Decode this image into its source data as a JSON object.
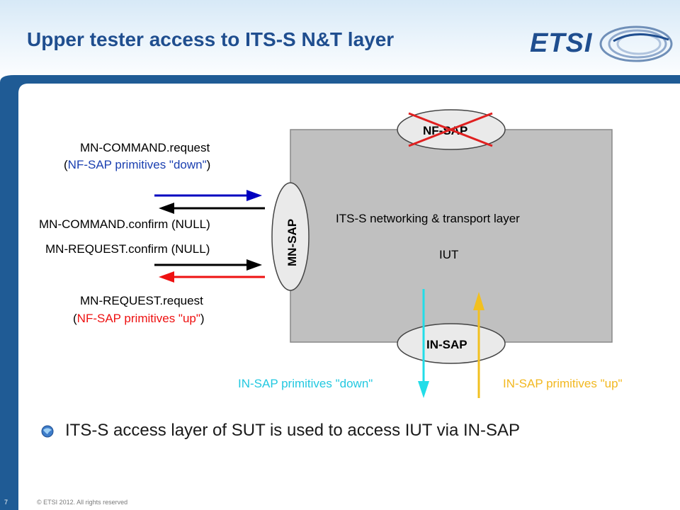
{
  "slide": {
    "title": "Upper tester access to ITS-S N&T layer",
    "logo_text": "ETSI",
    "page_number": "7",
    "copyright": "© ETSI 2012. All rights reserved",
    "bullet": "ITS-S access layer of SUT is used to access IUT via IN-SAP"
  },
  "diagram": {
    "box_label": "ITS-S networking & transport layer",
    "iut_label": "IUT",
    "nf_sap": "NF-SAP",
    "mn_sap": "MN-SAP",
    "in_sap": "IN-SAP",
    "mn_command_request": "MN-COMMAND.request",
    "mn_command_request_note_open": "(",
    "mn_command_request_note": "NF-SAP primitives \"down\"",
    "mn_command_request_note_close": ")",
    "mn_command_confirm": "MN-COMMAND.confirm (NULL)",
    "mn_request_confirm": "MN-REQUEST.confirm (NULL)",
    "mn_request_request": "MN-REQUEST.request",
    "mn_request_request_note_open": "(",
    "mn_request_request_note": "NF-SAP primitives \"up\"",
    "mn_request_request_note_close": ")",
    "in_sap_down": "IN-SAP primitives \"down\"",
    "in_sap_up": "IN-SAP primitives \"up\""
  },
  "colors": {
    "title": "#1f4e8f",
    "box": "#c0c0c0",
    "arrow_blue": "#0000c0",
    "arrow_red": "#ee1111",
    "arrow_cyan": "#22dde8",
    "arrow_yellow": "#f2c020",
    "cross": "#e02020"
  }
}
